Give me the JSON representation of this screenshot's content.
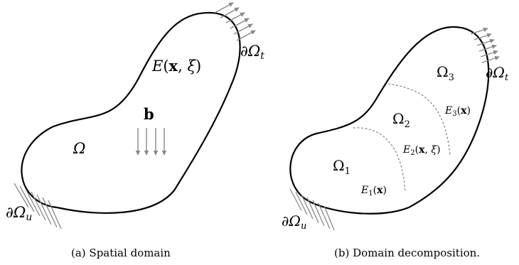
{
  "panel_a": {
    "caption": "(a) Spatial domain",
    "label_E": "E(x, ξ)",
    "label_b": "b",
    "label_omega": "Ω",
    "label_dOmega_t": "∂Ω",
    "sub_t": "t",
    "label_dOmega_u": "∂Ω",
    "sub_u": "u"
  },
  "panel_b": {
    "caption": "(b) Domain decomposition.",
    "omega1": "Ω",
    "omega1_sub": "1",
    "omega2": "Ω",
    "omega2_sub": "2",
    "omega3": "Ω",
    "omega3_sub": "3",
    "E1": "E",
    "E1_sub": "1",
    "E1_arg": "(x)",
    "E2": "E",
    "E2_sub": "2",
    "E2_arg": "(x, ξ)",
    "E3": "E",
    "E3_sub": "3",
    "E3_arg": "(x)",
    "label_dOmega_t": "∂Ω",
    "sub_t": "t",
    "label_dOmega_u": "∂Ω",
    "sub_u": "u"
  },
  "colors": {
    "outline": "#000000",
    "arrows": "#888888",
    "interfaces": "#777777"
  },
  "icons": [
    "traction-arrows",
    "body-force-arrows",
    "fixed-support-hatch"
  ]
}
